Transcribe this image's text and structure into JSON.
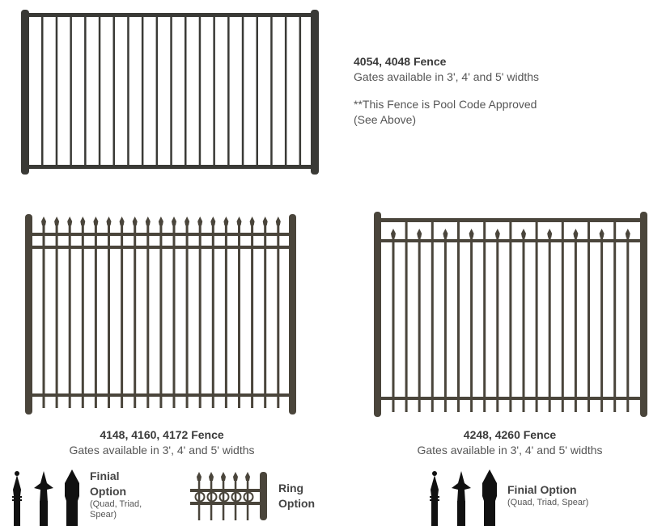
{
  "colors": {
    "fence_dark": "#3a3a36",
    "fence_bronze": "#4a453b",
    "finial_black": "#111111",
    "text": "#555555"
  },
  "fences": [
    {
      "title": "4054, 4048 Fence",
      "gates": "Gates available in 3', 4' and 5' widths",
      "note_line1": "**This Fence is Pool Code Approved",
      "note_line2": "(See Above)",
      "image": "flat-top-fence-icon"
    },
    {
      "title": "4148, 4160, 4172 Fence",
      "gates": "Gates available in 3', 4' and 5' widths",
      "image": "spear-top-fence-icon"
    },
    {
      "title": "4248, 4260 Fence",
      "gates": "Gates available in 3', 4' and 5' widths",
      "image": "staggered-spear-fence-icon"
    }
  ],
  "options": [
    {
      "title_line1": "Finial",
      "title_line2": "Option",
      "sub_line1": "(Quad, Triad,",
      "sub_line2": "Spear)",
      "icon": "finial-quad-triad-spear-icon"
    },
    {
      "title_line1": "Ring",
      "title_line2": "Option",
      "icon": "ring-fence-icon"
    },
    {
      "title_line1": "Finial Option",
      "sub_line1": "(Quad, Triad, Spear)",
      "icon": "finial-quad-triad-spear-icon"
    }
  ]
}
